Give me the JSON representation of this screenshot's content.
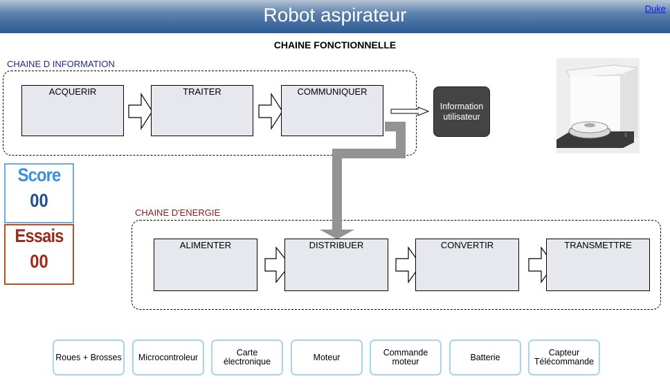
{
  "header": {
    "title": "Robot aspirateur",
    "link": "Duke"
  },
  "subtitle": "CHAINE FONCTIONNELLE",
  "info_chain": {
    "label": "CHAINE D INFORMATION",
    "label_color": "#1d2a8a",
    "blocks": [
      "ACQUERIR",
      "TRAITER",
      "COMMUNIQUER"
    ]
  },
  "energy_chain": {
    "label": "CHAINE D'ENERGIE",
    "label_color": "#8b1a1a",
    "blocks": [
      "ALIMENTER",
      "DISTRIBUER",
      "CONVERTIR",
      "TRANSMETTRE"
    ]
  },
  "info_output": {
    "line1": "Information",
    "line2": "utilisateur"
  },
  "score": {
    "label": "Score",
    "value": "00",
    "color": "#3b8ee0"
  },
  "essais": {
    "label": "Essais",
    "value": "00",
    "color": "#9c2a1a"
  },
  "components": [
    {
      "line1": "Roues + Brosses",
      "line2": ""
    },
    {
      "line1": "Microcontroleur",
      "line2": ""
    },
    {
      "line1": "Carte",
      "line2": "électronique"
    },
    {
      "line1": "Moteur",
      "line2": ""
    },
    {
      "line1": "Commande",
      "line2": "moteur"
    },
    {
      "line1": "Batterie",
      "line2": ""
    },
    {
      "line1": "Capteur",
      "line2": "Télécommande"
    }
  ]
}
